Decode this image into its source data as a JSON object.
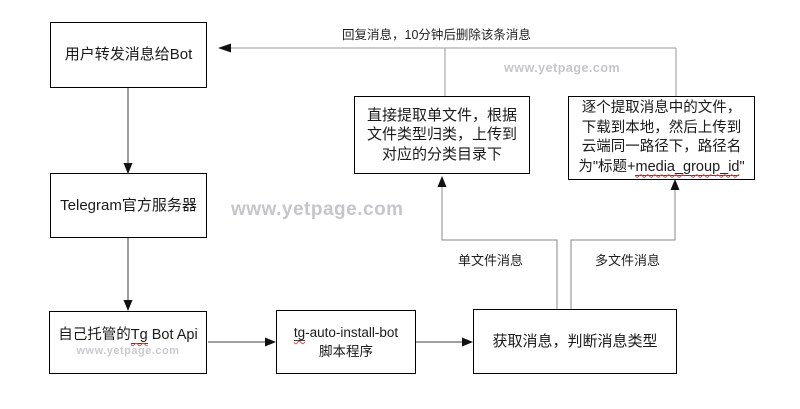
{
  "diagram": {
    "boxes": {
      "user": {
        "label": "用户转发消息给Bot"
      },
      "telegram": {
        "label": "Telegram官方服务器"
      },
      "selfhosted": {
        "pre": "自己托管的",
        "highlight": "Tg",
        "post": " Bot Api",
        "watermark": "www.yetpage.com"
      },
      "script": {
        "line1_highlight": "tg",
        "line1_rest": "-auto-install-bot",
        "line2": "脚本程序"
      },
      "getmsg": {
        "label": "获取消息，判断消息类型"
      },
      "single": {
        "line1": "直接提取单文件，根据",
        "line2": "文件类型归类，上传到",
        "line3": "对应的分类目录下"
      },
      "multi": {
        "line1": "逐个提取消息中的文件，",
        "line2": "下载到本地，然后上传到",
        "line3": "云端同一路径下，路径名",
        "line4_pre": "为\"标题+",
        "line4_highlight": "media_group_id",
        "line4_post": "\""
      }
    },
    "edge_labels": {
      "reply": "回复消息，10分钟后删除该条消息",
      "single_file": "单文件消息",
      "multi_file": "多文件消息"
    },
    "watermarks": {
      "center": "www.yetpage.com",
      "top_right": "www.yetpage.com"
    },
    "colors": {
      "box_border": "#000000",
      "text": "#1a1a1a",
      "connector_dark": "#3f3f3f",
      "connector_light": "#8a8a8a",
      "arrowhead": "#111111",
      "watermark": "#c6c6ca",
      "spellcheck_underline": "#d84b4b"
    }
  }
}
